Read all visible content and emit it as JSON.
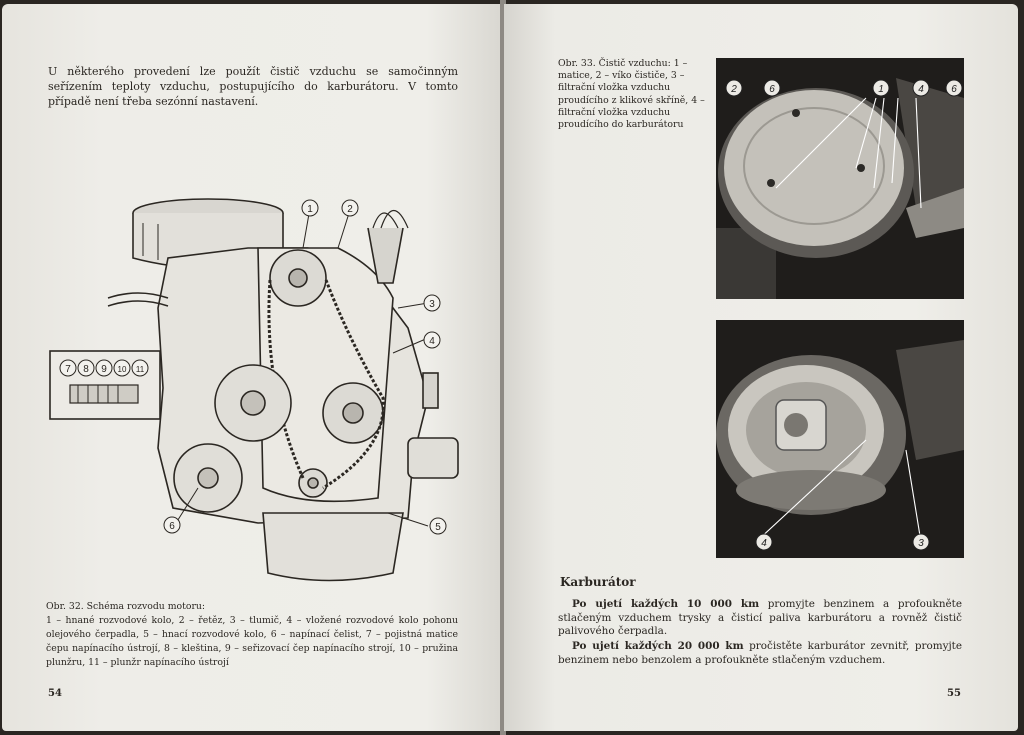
{
  "left_page": {
    "intro_text": "U některého provedení lze použít čistič vzduchu se samočinným seřízením teploty vzduchu, postupujícího do karburátoru. V tomto případě není třeba sezónní nastavení.",
    "figure_labels": {
      "n1": "1",
      "n2": "2",
      "n3": "3",
      "n4": "4",
      "n5": "5",
      "n6": "6",
      "n7": "7",
      "n8": "8",
      "n9": "9",
      "n10": "10",
      "n11": "11"
    },
    "caption_title": "Obr. 32. Schéma rozvodu motoru:",
    "caption_body": "1 – hnané rozvodové kolo, 2 – řetěz, 3 – tlumič, 4 – vložené rozvodové kolo pohonu olejového čerpadla, 5 – hnací rozvodové kolo, 6 – napínací čelist, 7 – pojistná matice čepu napínacího ústrojí, 8 – kleština, 9 – seřizovací čep napínacího strojí, 10 – pružina plunžru, 11 – plunžr napínacího ústrojí",
    "page_number": "54"
  },
  "right_page": {
    "caption": "Obr. 33. Čistič vzduchu: 1 – matice, 2 – víko čističe, 3 – filtrační vložka vzduchu proudícího z klikové skříně, 4 – filtrační vložka vzduchu proudícího do karburátoru",
    "photo1_labels": {
      "a": "2",
      "b": "6",
      "c": "1",
      "d": "4",
      "e": "6"
    },
    "photo2_labels": {
      "a": "4",
      "b": "3"
    },
    "section_title": "Karburátor",
    "para1_bold": "Po ujetí každých 10 000 km",
    "para1_rest": " promyjte benzinem a profoukněte stlačeným vzduchem trysky a čisticí paliva karburátoru a rovněž čistič palivového čerpadla.",
    "para2_bold": "Po ujetí každých 20 000 km",
    "para2_rest": " pročistěte karburátor zevnitř, promyjte benzinem nebo benzolem a profoukněte stlačeným vzduchem.",
    "page_number": "55"
  }
}
